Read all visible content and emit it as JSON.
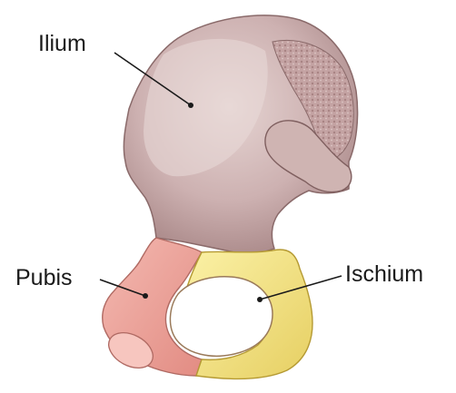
{
  "diagram": {
    "labels": {
      "ilium": "Ilium",
      "pubis": "Pubis",
      "ischium": "Ischium"
    },
    "colors": {
      "ilium": "#cdb1b1",
      "ilium_shadow": "#a88585",
      "ilium_highlight": "#e4d2d0",
      "pubis": "#f0a9a1",
      "pubis_shadow": "#d9827a",
      "ischium": "#f6e98c",
      "ischium_shadow": "#dcc557",
      "crest": "#b89595",
      "outline": "#6b5050",
      "leader_line": "#1a1a1a"
    }
  }
}
